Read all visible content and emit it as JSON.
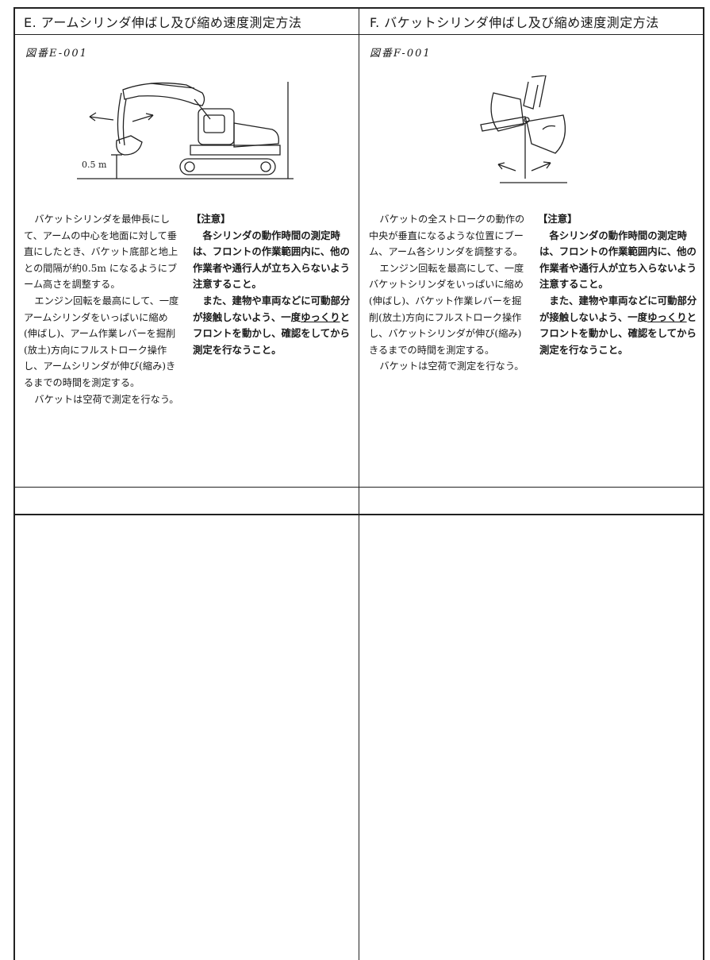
{
  "sectionE": {
    "header": "E. アームシリンダ伸ばし及び縮め速度測定方法",
    "figure": "図番E-001",
    "dim_label": "0.5 m",
    "desc": [
      "バケットシリンダを最伸長にして、アームの中心を地面に対して垂直にしたとき、バケット底部と地上との間隔が約0.5m になるようにブーム高さを調整する。",
      "エンジン回転を最高にして、一度アームシリンダをいっぱいに縮め(伸ばし)、アーム作業レバーを掘削(放土)方向にフルストローク操作し、アームシリンダが伸び(縮み)きるまでの時間を測定する。",
      "バケットは空荷で測定を行なう。"
    ],
    "note_title": "【注意】",
    "note_1": "各シリンダの動作時間の測定時は、フロントの作業範囲内に、他の作業者や通行人が立ち入らないよう注意すること。",
    "note_2a": "また、建物や車両などに可動部分が接触しないよう、一度",
    "note_2u": "ゆっくり",
    "note_2b": "とフロントを動かし、確認をしてから測定を行なうこと。"
  },
  "sectionF": {
    "header": "F. バケットシリンダ伸ばし及び縮め速度測定方法",
    "figure": "図番F-001",
    "desc": [
      "バケットの全ストロークの動作の中央が垂直になるような位置にブーム、アーム各シリンダを調整する。",
      "エンジン回転を最高にして、一度バケットシリンダをいっぱいに縮め(伸ばし)、バケット作業レバーを掘削(放土)方向にフルストローク操作し、バケットシリンダが伸び(縮み)きるまでの時間を測定する。",
      "バケットは空荷で測定を行なう。"
    ],
    "note_title": "【注意】",
    "note_1": "各シリンダの動作時間の測定時は、フロントの作業範囲内に、他の作業者や通行人が立ち入らないよう注意すること。",
    "note_2a": "また、建物や車両などに可動部分が接触しないよう、一度",
    "note_2u": "ゆっくり",
    "note_2b": "とフロントを動かし、確認をしてから測定を行なうこと。"
  }
}
